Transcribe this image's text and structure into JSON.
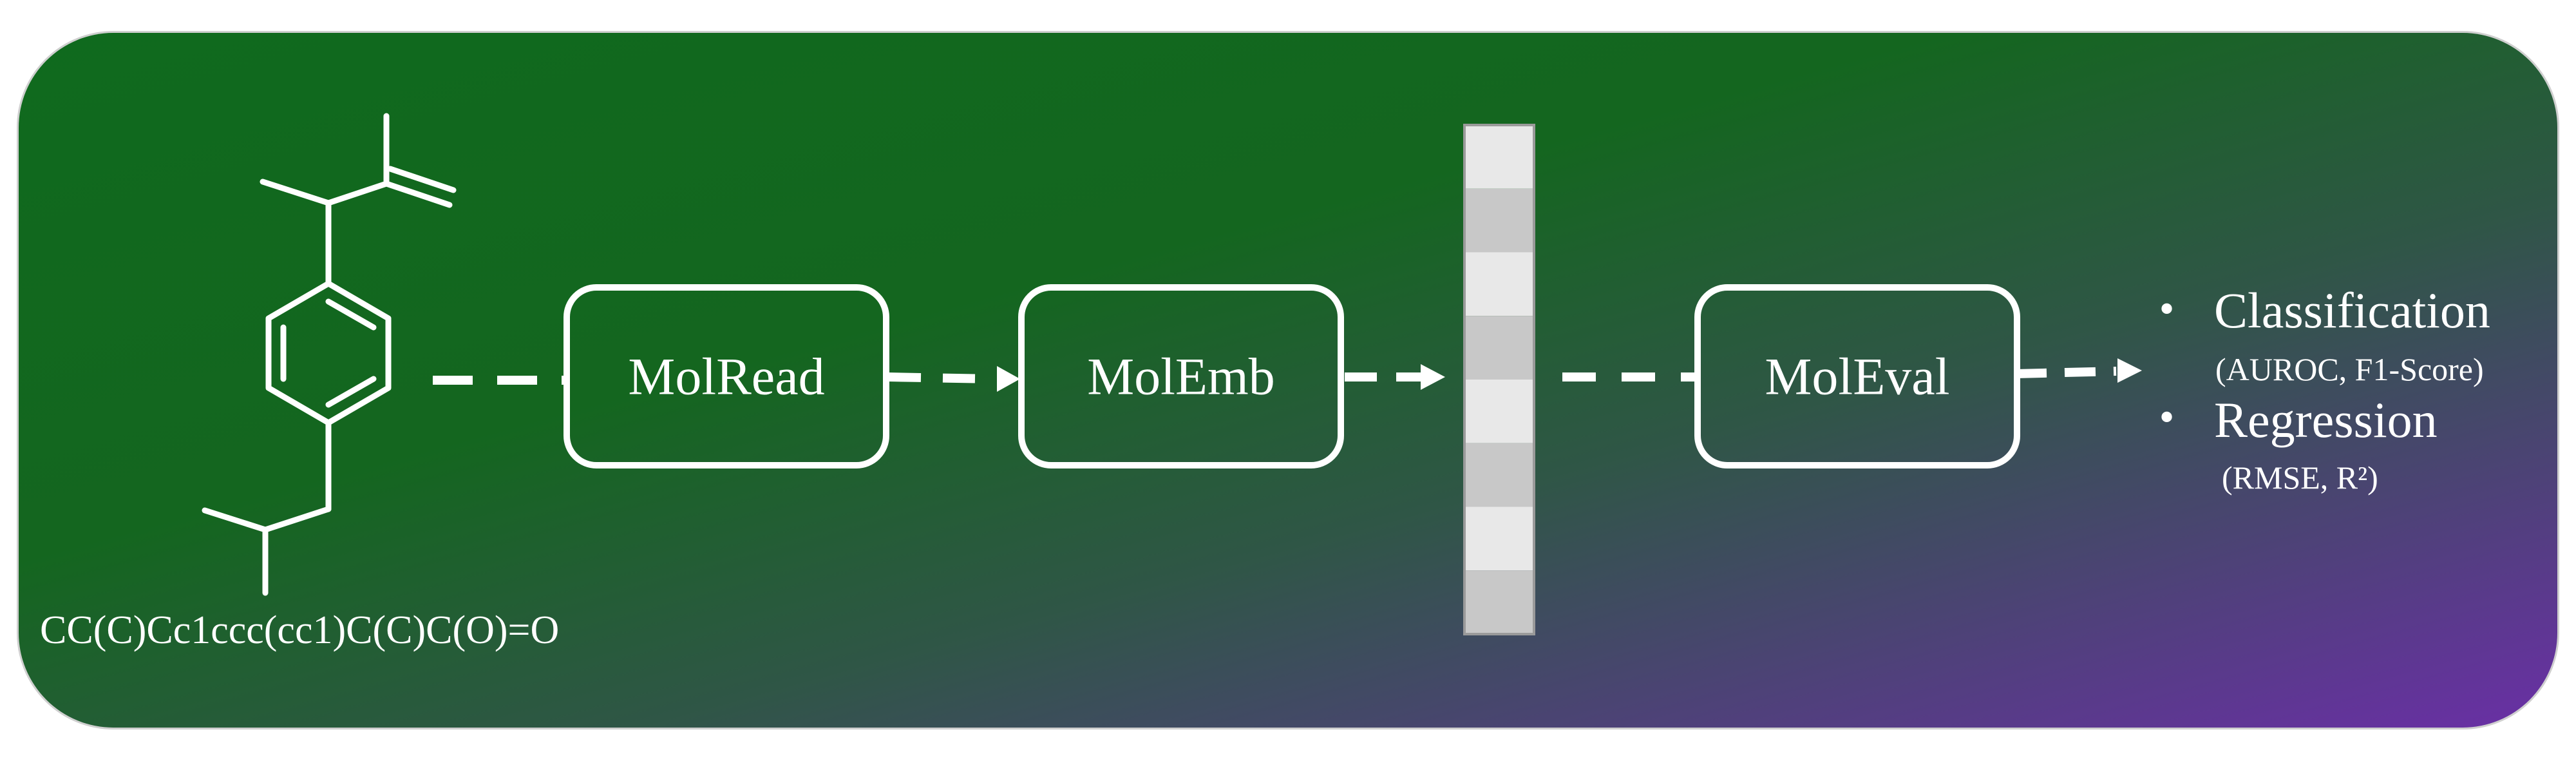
{
  "input": {
    "smiles": "CC(C)Cc1ccc(cc1)C(C)C(O)=O"
  },
  "modules": [
    {
      "id": "molread",
      "label": "MolRead"
    },
    {
      "id": "molemb",
      "label": "MolEmb"
    },
    {
      "id": "moleval",
      "label": "MolEval"
    }
  ],
  "embedding_vector": {
    "cells": 8
  },
  "outputs": [
    {
      "bullet": "•",
      "label": "Classification",
      "metrics": "(AUROC, F1-Score)"
    },
    {
      "bullet": "•",
      "label": "Regression",
      "metrics": "(RMSE, R²)"
    }
  ],
  "colors": {
    "gradient_start": "#0f6a1e",
    "gradient_mid": "#2a5a3c",
    "gradient_end": "#6a2fa6",
    "stroke": "#ffffff",
    "vector_light": "#e8e8e8",
    "vector_dark": "#c8c8c8"
  }
}
